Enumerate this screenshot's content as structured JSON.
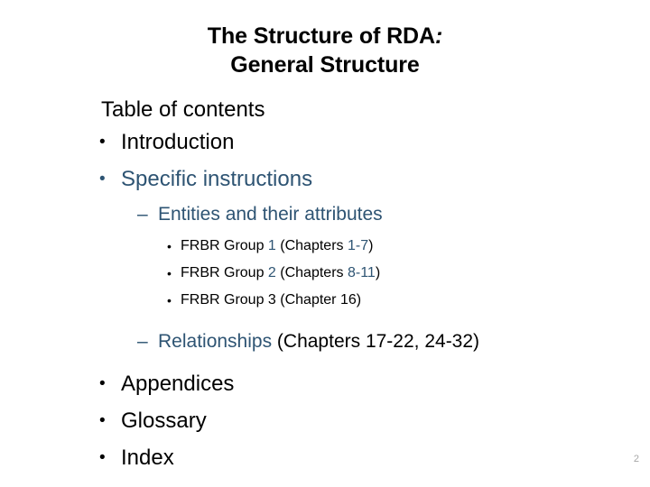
{
  "slide": {
    "page_number": "2",
    "colors": {
      "text_black": "#000000",
      "accent_blue": "#2e5473",
      "page_number_gray": "#a6a6a6",
      "background": "#ffffff"
    },
    "title": {
      "line1_main": "The Structure of RDA",
      "line1_colon": ":",
      "line2": "General Structure"
    },
    "content": {
      "heading": "Table of contents",
      "items": [
        {
          "level": 1,
          "bullet": "•",
          "text": "Introduction",
          "color": "black"
        },
        {
          "level": 1,
          "bullet": "•",
          "text": "Specific instructions",
          "color": "blue"
        },
        {
          "level": 2,
          "bullet": "–",
          "text": "Entities and their attributes",
          "color": "blue"
        },
        {
          "level": 3,
          "bullet": "•",
          "color": "mixed",
          "parts": [
            {
              "text": "FRBR Group ",
              "color": "black"
            },
            {
              "text": "1",
              "color": "blue"
            },
            {
              "text": " (Chapters ",
              "color": "black"
            },
            {
              "text": "1-7",
              "color": "blue"
            },
            {
              "text": ")",
              "color": "black"
            }
          ]
        },
        {
          "level": 3,
          "bullet": "•",
          "color": "mixed",
          "parts": [
            {
              "text": "FRBR Group ",
              "color": "black"
            },
            {
              "text": "2",
              "color": "blue"
            },
            {
              "text": " (Chapters ",
              "color": "black"
            },
            {
              "text": "8-11",
              "color": "blue"
            },
            {
              "text": ")",
              "color": "black"
            }
          ]
        },
        {
          "level": 3,
          "bullet": "•",
          "color": "black",
          "parts": [
            {
              "text": "FRBR Group 3 (Chapter 16)",
              "color": "black"
            }
          ]
        },
        {
          "level": 2,
          "bullet": "–",
          "color": "mixed",
          "parts": [
            {
              "text": "Relationships",
              "color": "blue"
            },
            {
              "text": " (Chapters 17-22, 24-32)",
              "color": "black"
            }
          ]
        },
        {
          "level": 1,
          "bullet": "•",
          "text": "Appendices",
          "color": "black"
        },
        {
          "level": 1,
          "bullet": "•",
          "text": "Glossary",
          "color": "black"
        },
        {
          "level": 1,
          "bullet": "•",
          "text": "Index",
          "color": "black"
        }
      ],
      "frbr_lines": {
        "line1_prefix": "FRBR Group ",
        "line1_num": "1",
        "line1_mid": " (Chapters ",
        "line1_range": "1-7",
        "line1_suffix": ")",
        "line2_prefix": "FRBR Group ",
        "line2_num": "2",
        "line2_mid": " (Chapters ",
        "line2_range": "8-11",
        "line2_suffix": ")",
        "line3_full": "FRBR Group 3 (Chapter 16)"
      },
      "relationships": {
        "label": "Relationships",
        "chapters": " (Chapters 17-22, 24-32)"
      }
    }
  }
}
